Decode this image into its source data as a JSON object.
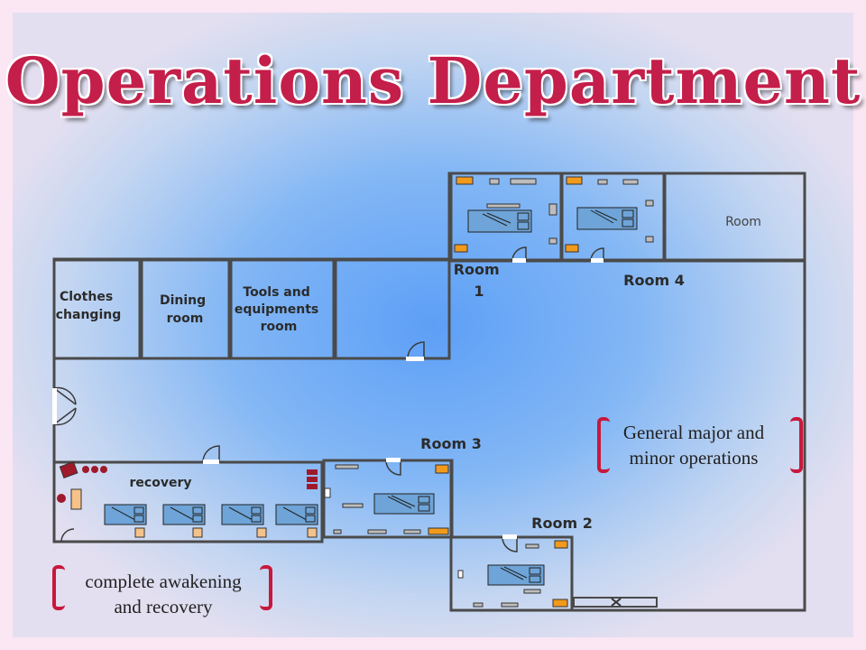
{
  "title": "Operations Department",
  "rooms": {
    "clothes_changing": [
      "Clothes",
      "changing"
    ],
    "dining_room": [
      "Dining",
      "room"
    ],
    "tools_room": [
      "Tools and",
      "equipments",
      "room"
    ],
    "room1": [
      "Room",
      "1"
    ],
    "room4": "Room 4",
    "room": "Room",
    "room3": "Room 3",
    "room2": "Room 2",
    "recovery": "recovery"
  },
  "notes": {
    "general": [
      "General major and",
      "minor operations"
    ],
    "awakening": [
      "complete awakening",
      "and recovery"
    ]
  },
  "colors": {
    "title": "#c41e4a",
    "brace": "#c8183c",
    "wall": "#4a4a4a",
    "cabinet": "#f29a1c",
    "bed": "#6ea4d8"
  }
}
